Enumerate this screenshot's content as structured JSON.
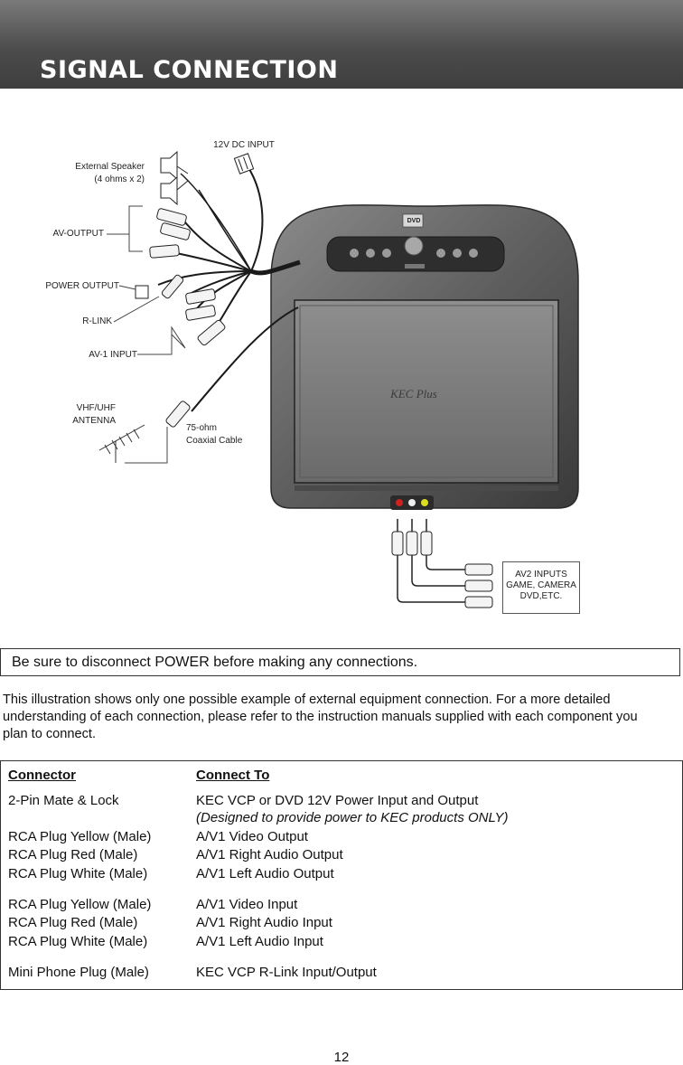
{
  "header": {
    "title": "SIGNAL CONNECTION"
  },
  "diagram": {
    "labels": {
      "dc_input": "12V DC INPUT",
      "ext_speaker": "External Speaker",
      "ext_speaker_spec": "(4 ohms x 2)",
      "av_output": "AV-OUTPUT",
      "power_output": "POWER OUTPUT",
      "r_link": "R-LINK",
      "av1_input": "AV-1 INPUT",
      "antenna_line1": "VHF/UHF",
      "antenna_line2": "ANTENNA",
      "coax_line1": "75-ohm",
      "coax_line2": "Coaxial Cable",
      "av2_line1": "AV2 INPUTS",
      "av2_line2": "GAME, CAMERA",
      "av2_line3": "DVD,ETC.",
      "screen_brand": "KEC Plus",
      "dvd_badge": "DVD"
    }
  },
  "warning": {
    "text": "Be sure to disconnect POWER before making any connections."
  },
  "intro": {
    "line1": "This illustration shows only one possible example of external equipment connection. For a more detailed",
    "line2": "understanding of each connection, please refer to the instruction manuals supplied with each component you",
    "line3": "plan to connect."
  },
  "table": {
    "headers": {
      "connector": "Connector",
      "connect_to": "Connect To"
    },
    "rows": [
      {
        "connector": "2-Pin Mate & Lock",
        "connect_to": "KEC VCP or DVD 12V Power Input and Output"
      },
      {
        "connector": "",
        "connect_to": "(Designed to provide power to KEC products ONLY)"
      },
      {
        "connector": "RCA Plug Yellow (Male)",
        "connect_to": "A/V1 Video Output"
      },
      {
        "connector": "RCA Plug Red (Male)",
        "connect_to": "A/V1 Right Audio Output"
      },
      {
        "connector": "RCA Plug White (Male)",
        "connect_to": "A/V1 Left Audio Output"
      },
      {
        "connector": "RCA Plug Yellow (Male)",
        "connect_to": "A/V1 Video Input"
      },
      {
        "connector": "RCA Plug Red (Male)",
        "connect_to": "A/V1 Right Audio Input"
      },
      {
        "connector": "RCA Plug White (Male)",
        "connect_to": "A/V1 Left Audio Input"
      },
      {
        "connector": "Mini Phone Plug (Male)",
        "connect_to": "KEC VCP R-Link Input/Output"
      }
    ]
  },
  "page_number": "12"
}
